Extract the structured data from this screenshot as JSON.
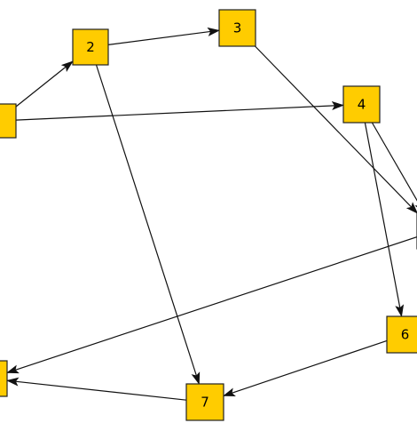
{
  "diagram": {
    "node_fill": "#ffcc00",
    "node_stroke": "#222222",
    "edge_color": "#111111",
    "nodes": [
      {
        "id": "1",
        "label": ""
      },
      {
        "id": "2",
        "label": "2"
      },
      {
        "id": "3",
        "label": "3"
      },
      {
        "id": "4",
        "label": "4"
      },
      {
        "id": "5",
        "label": ""
      },
      {
        "id": "6",
        "label": "6"
      },
      {
        "id": "7",
        "label": "7"
      },
      {
        "id": "8",
        "label": ""
      }
    ],
    "edges": [
      {
        "from": "1",
        "to": "2"
      },
      {
        "from": "1",
        "to": "4"
      },
      {
        "from": "2",
        "to": "3"
      },
      {
        "from": "2",
        "to": "7"
      },
      {
        "from": "3",
        "to": "5"
      },
      {
        "from": "4",
        "to": "6"
      },
      {
        "from": "4",
        "to": "5"
      },
      {
        "from": "5",
        "to": "8"
      },
      {
        "from": "6",
        "to": "7"
      },
      {
        "from": "7",
        "to": "8"
      }
    ]
  }
}
